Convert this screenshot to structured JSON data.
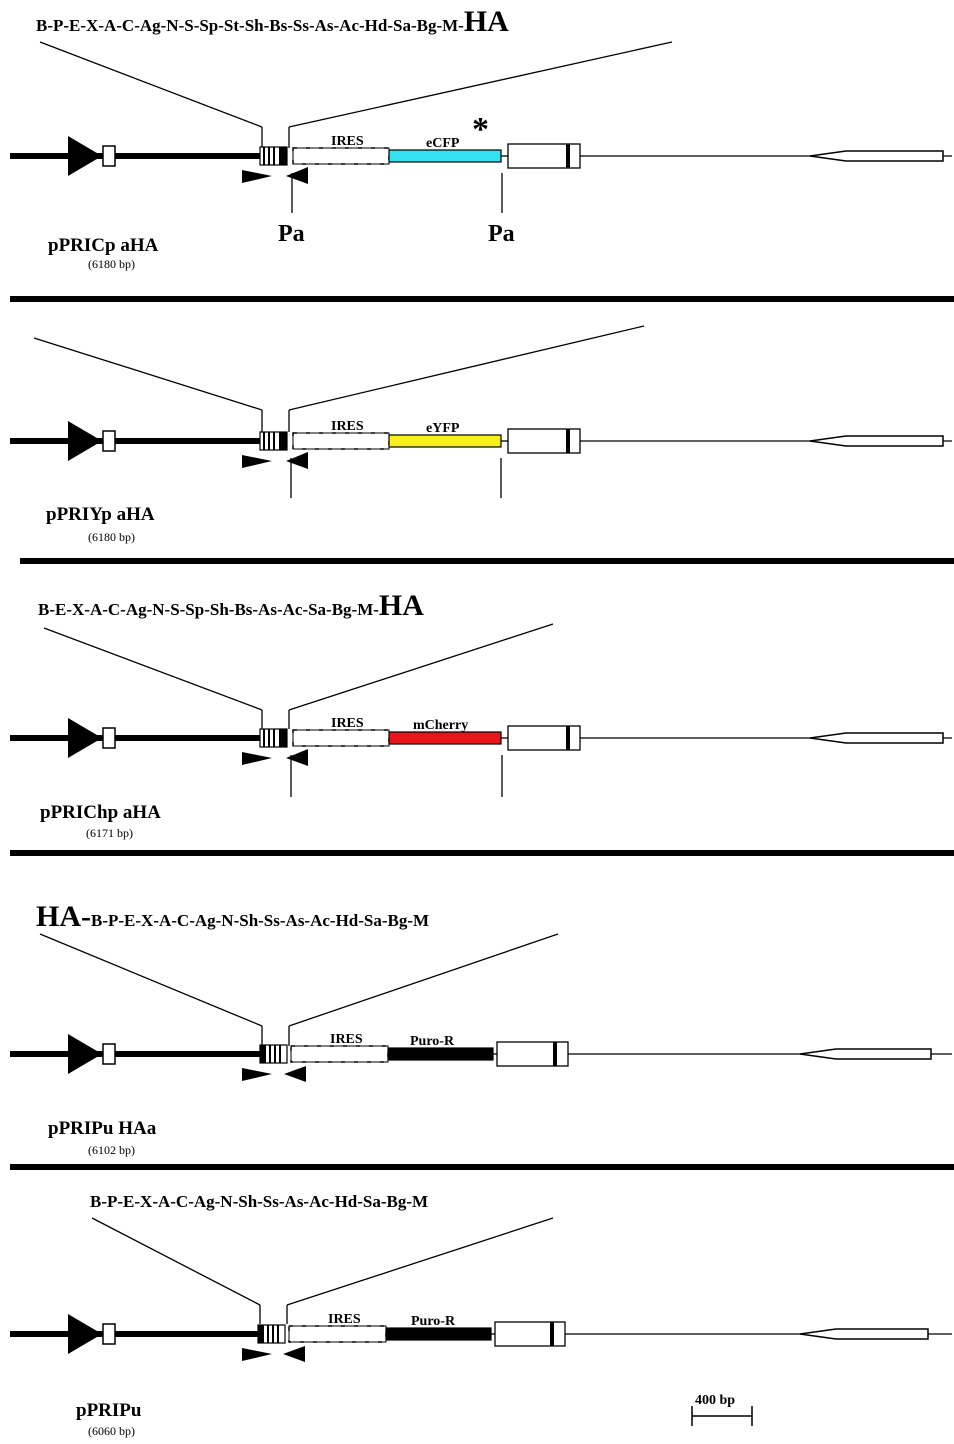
{
  "constructs": [
    {
      "id": "pPRICp-aHA",
      "name": "pPRICp aHA",
      "size": "(6180 bp)",
      "site_prefix": "",
      "sites": "B-P-E-X-A-C-Ag-N-S-Sp-St-Sh-Bs-Ss-As-Ac-Hd-Sa-Bg-M-",
      "site_suffix": "HA",
      "ires_label": "IRES",
      "reporter_label": "eCFP",
      "reporter_color": "#33e0ef",
      "asterisk": "*",
      "pa_left": "Pa",
      "pa_right": "Pa"
    },
    {
      "id": "pPRIYp-aHA",
      "name": "pPRIYp aHA",
      "size": "(6180 bp)",
      "ires_label": "IRES",
      "reporter_label": "eYFP",
      "reporter_color": "#f7ef1c"
    },
    {
      "id": "pPRIChp-aHA",
      "name": "pPRIChp aHA",
      "size": "(6171 bp)",
      "site_prefix": "",
      "sites": "B-E-X-A-C-Ag-N-S-Sp-Sh-Bs-As-Ac-Sa-Bg-M-",
      "site_suffix": "HA",
      "ires_label": "IRES",
      "reporter_label": "mCherry",
      "reporter_color": "#e8161b"
    },
    {
      "id": "pPRIPu-HAa",
      "name": "pPRIPu HAa",
      "size": "(6102 bp)",
      "site_prefix": "HA-",
      "sites": "B-P-E-X-A-C-Ag-N-Sh-Ss-As-Ac-Hd-Sa-Bg-M",
      "site_suffix": "",
      "ires_label": "IRES",
      "reporter_label": "Puro-R",
      "reporter_color": "#000000"
    },
    {
      "id": "pPRIPu",
      "name": "pPRIPu",
      "size": "(6060 bp)",
      "site_prefix": "",
      "sites": "B-P-E-X-A-C-Ag-N-Sh-Ss-As-Ac-Hd-Sa-Bg-M",
      "site_suffix": "",
      "ires_label": "IRES",
      "reporter_label": "Puro-R",
      "reporter_color": "#000000"
    }
  ],
  "scale_bar": {
    "label": "400 bp"
  }
}
